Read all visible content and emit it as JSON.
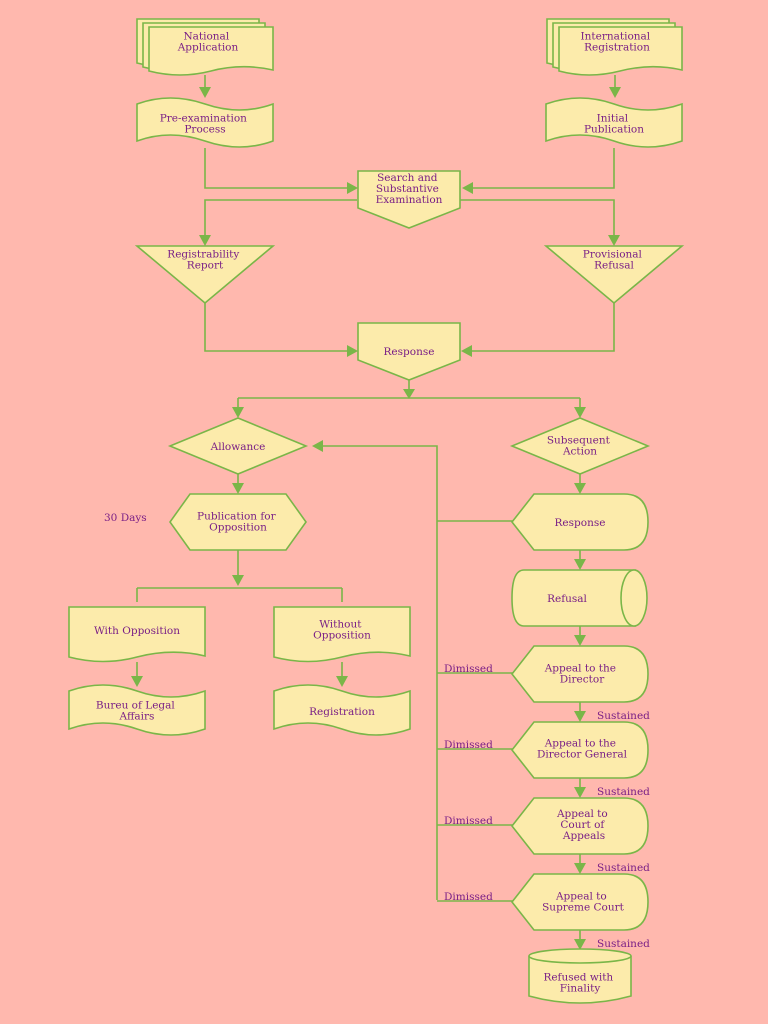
{
  "colors": {
    "background": "#ffb8ae",
    "node_fill": "#fcebab",
    "node_stroke": "#7ab648",
    "text": "#7a1f86"
  },
  "nodes": {
    "national_application": {
      "shape": "multi-document",
      "lines": [
        "National",
        "Application"
      ]
    },
    "international_registration": {
      "shape": "multi-document",
      "lines": [
        "International",
        "Registration"
      ]
    },
    "pre_examination": {
      "shape": "wavy-banner",
      "lines": [
        "Pre-examination",
        "Process"
      ]
    },
    "initial_publication": {
      "shape": "wavy-banner",
      "lines": [
        "Initial",
        "Publication"
      ]
    },
    "search_examination": {
      "shape": "off-page-connector",
      "lines": [
        "Search and",
        "Substantive",
        "Examination"
      ]
    },
    "registrability_report": {
      "shape": "triangle-down",
      "lines": [
        "Registrability",
        "Report"
      ]
    },
    "provisional_refusal": {
      "shape": "triangle-down",
      "lines": [
        "Provisional",
        "Refusal"
      ]
    },
    "response_main": {
      "shape": "off-page-connector",
      "lines": [
        "Response"
      ]
    },
    "allowance": {
      "shape": "diamond",
      "lines": [
        "Allowance"
      ]
    },
    "subsequent_action": {
      "shape": "diamond",
      "lines": [
        "Subsequent",
        "Action"
      ]
    },
    "publication_opposition": {
      "shape": "hexagon",
      "lines": [
        "Publication for",
        "Opposition"
      ]
    },
    "response_display": {
      "shape": "display",
      "lines": [
        "Response"
      ]
    },
    "refusal": {
      "shape": "stored-data",
      "lines": [
        "Refusal"
      ]
    },
    "with_opposition": {
      "shape": "document",
      "lines": [
        "With Opposition"
      ]
    },
    "without_opposition": {
      "shape": "document",
      "lines": [
        "Without",
        "Opposition"
      ]
    },
    "bureau_legal_affairs": {
      "shape": "wavy-banner",
      "lines": [
        "Bureu of Legal",
        "Affairs"
      ]
    },
    "registration": {
      "shape": "wavy-banner",
      "lines": [
        "Registration"
      ]
    },
    "appeal_director": {
      "shape": "display",
      "lines": [
        "Appeal to the",
        "Director"
      ]
    },
    "appeal_director_general": {
      "shape": "display",
      "lines": [
        "Appeal to the",
        "Director General"
      ]
    },
    "appeal_court_appeals": {
      "shape": "display",
      "lines": [
        "Appeal to",
        "Court of",
        "Appeals"
      ]
    },
    "appeal_supreme_court": {
      "shape": "display",
      "lines": [
        "Appeal to",
        "Supreme Court"
      ]
    },
    "refused_finality": {
      "shape": "cylinder",
      "lines": [
        "Refused with",
        "Finality"
      ]
    }
  },
  "edge_labels": {
    "days_30": "30 Days",
    "dismissed": "Dimissed",
    "sustained": "Sustained"
  }
}
